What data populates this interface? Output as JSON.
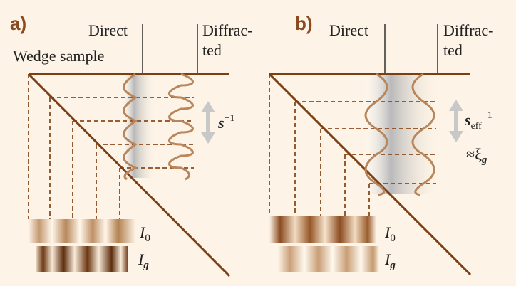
{
  "panels": [
    {
      "id": "a",
      "label": "a)",
      "direct": "Direct",
      "diffracted_1": "Diffrac-",
      "diffracted_2": "ted",
      "sample": "Wedge sample",
      "period_sym": "s",
      "period_sup": "−1",
      "period_sub": "",
      "approx": "",
      "i0_base": "I",
      "i0_sub": "0",
      "ig_base": "I",
      "ig_sub": "g"
    },
    {
      "id": "b",
      "label": "b)",
      "direct": "Direct",
      "diffracted_1": "Diffrac-",
      "diffracted_2": "ted",
      "sample": "",
      "period_sym": "s",
      "period_sup": "−1",
      "period_sub": "eff",
      "approx": "≈ξ",
      "approx_sub": "g",
      "i0_base": "I",
      "i0_sub": "0",
      "ig_base": "I",
      "ig_sub": "g"
    }
  ],
  "colors": {
    "background": "#fdf3e6",
    "line_brown": "#7a3f14",
    "wave_tan": "#b8865a",
    "dash_brown": "#8a4a1c",
    "beam_grey": "#b0b0b0",
    "arrow_grey": "#c8c8c8"
  }
}
